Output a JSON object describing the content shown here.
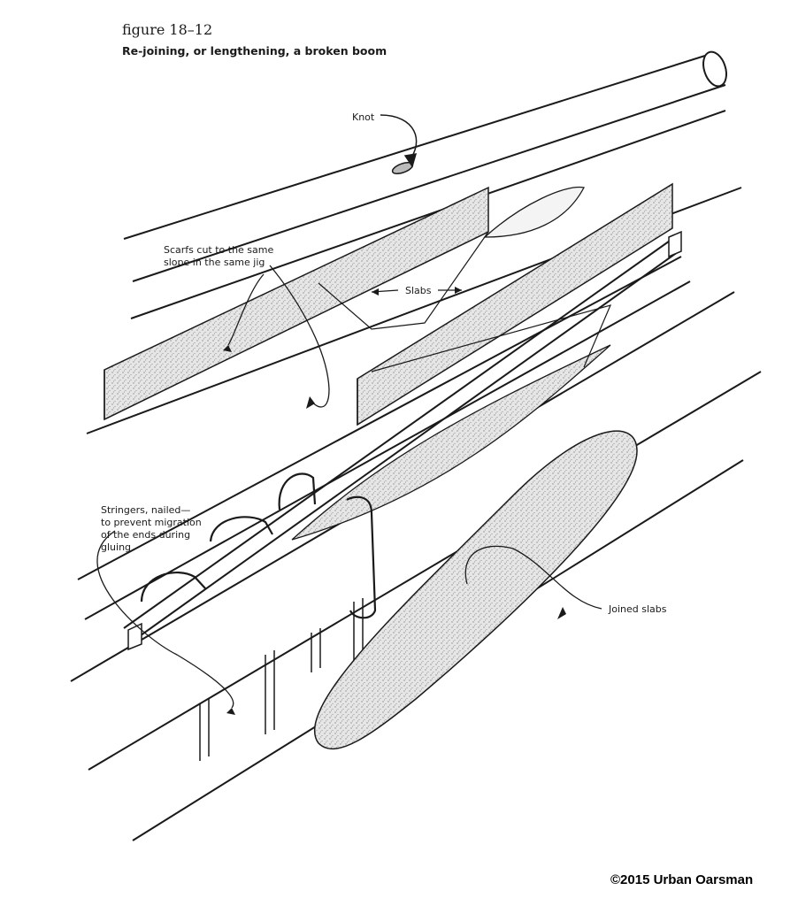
{
  "figure": {
    "number": "figure 18–12",
    "title": "Re-joining, or lengthening, a broken boom"
  },
  "labels": {
    "knot": "Knot",
    "scarfs_line1": "Scarfs cut to the same",
    "scarfs_line2": "slope in the same jig",
    "slabs": "Slabs",
    "stringers_line1": "Stringers, nailed—",
    "stringers_line2": "to prevent migration",
    "stringers_line3": "of the ends during",
    "stringers_line4": "gluing",
    "joined_slabs": "Joined slabs"
  },
  "copyright": "©2015 Urban Oarsman",
  "colors": {
    "ink": "#1a1a1a",
    "stipple": "#c9c9c9",
    "paper": "#ffffff"
  }
}
